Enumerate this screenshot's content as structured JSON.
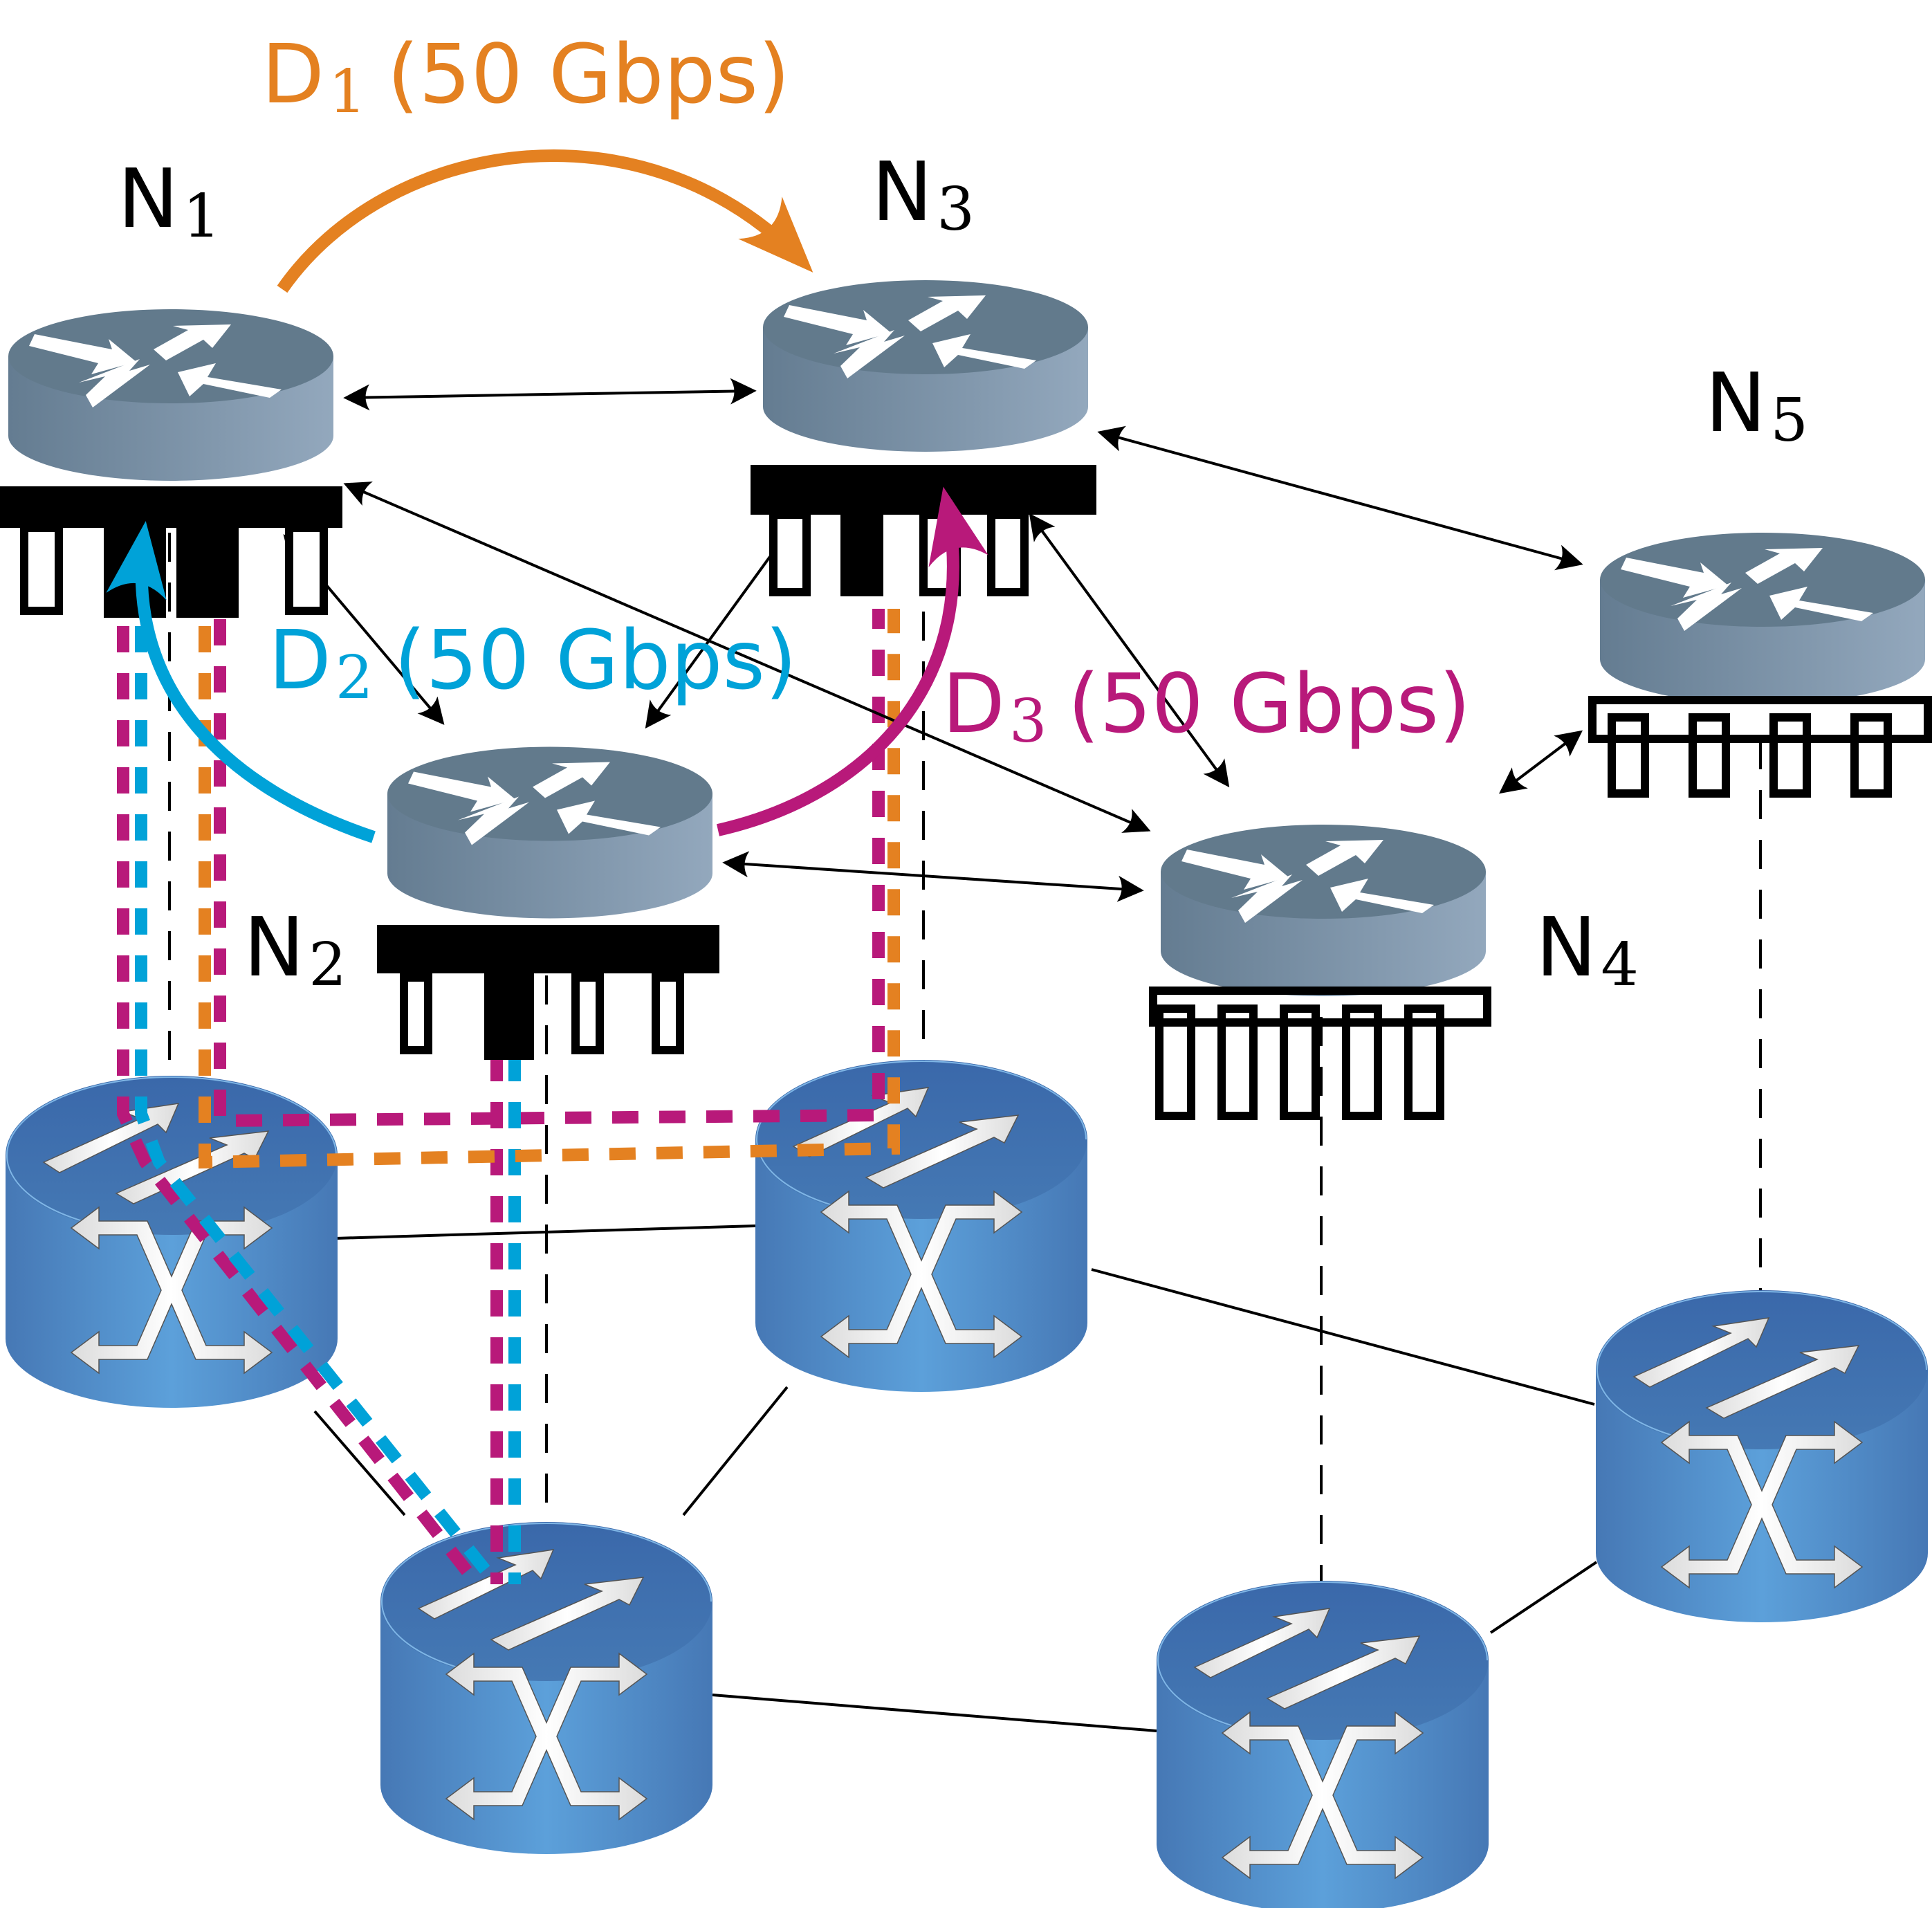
{
  "diagram": {
    "title": "IP-over-optical network with three traffic demands",
    "colors": {
      "demand_1": "#E48121",
      "demand_2": "#00A2D8",
      "demand_3": "#B8197A",
      "router_top": "#627A8C",
      "router_side_dark": "#647C91",
      "router_side_light": "#93A8BD",
      "switch_top": "#3E6DAE",
      "switch_side_dark": "#4678B5",
      "switch_side_light": "#5CA0DA",
      "link": "#000000",
      "port_fill": "#000000"
    },
    "ip_nodes": [
      {
        "id": "N1",
        "label": "N",
        "subscript": "1",
        "icon": "router-icon",
        "ports_used": 2,
        "ports_total": 4,
        "port_bar": "filled"
      },
      {
        "id": "N2",
        "label": "N",
        "subscript": "2",
        "icon": "router-icon",
        "ports_used": 1,
        "ports_total": 4,
        "port_bar": "filled"
      },
      {
        "id": "N3",
        "label": "N",
        "subscript": "3",
        "icon": "router-icon",
        "ports_used": 1,
        "ports_total": 4,
        "port_bar": "filled"
      },
      {
        "id": "N4",
        "label": "N",
        "subscript": "4",
        "icon": "router-icon",
        "ports_used": 0,
        "ports_total": 4,
        "port_bar": "outline"
      },
      {
        "id": "N5",
        "label": "N",
        "subscript": "5",
        "icon": "router-icon",
        "ports_used": 0,
        "ports_total": 4,
        "port_bar": "outline"
      }
    ],
    "optical_nodes": [
      {
        "id": "O1",
        "attached_to": "N1",
        "icon": "optical-cross-connect-icon"
      },
      {
        "id": "O2",
        "attached_to": "N2",
        "icon": "optical-cross-connect-icon"
      },
      {
        "id": "O3",
        "attached_to": "N3",
        "icon": "optical-cross-connect-icon"
      },
      {
        "id": "O4",
        "attached_to": "N4",
        "icon": "optical-cross-connect-icon"
      },
      {
        "id": "O5",
        "attached_to": "N5",
        "icon": "optical-cross-connect-icon"
      }
    ],
    "ip_links": [
      [
        "N1",
        "N3"
      ],
      [
        "N1",
        "N2"
      ],
      [
        "N1",
        "N4"
      ],
      [
        "N3",
        "N2"
      ],
      [
        "N3",
        "N4"
      ],
      [
        "N3",
        "N5"
      ],
      [
        "N2",
        "N4"
      ],
      [
        "N4",
        "N5"
      ]
    ],
    "optical_links": [
      [
        "O1",
        "O3"
      ],
      [
        "O1",
        "O2"
      ],
      [
        "O3",
        "O2"
      ],
      [
        "O3",
        "O5"
      ],
      [
        "O2",
        "O4"
      ],
      [
        "O4",
        "O5"
      ]
    ],
    "demands": [
      {
        "id": "D1",
        "label": "D",
        "subscript": "1",
        "rate": "(50 Gbps)",
        "from": "N1",
        "to": "N3",
        "color_key": "demand_1",
        "optical_path": [
          "O1",
          "O3"
        ]
      },
      {
        "id": "D2",
        "label": "D",
        "subscript": "2",
        "rate": "(50 Gbps)",
        "from": "N2",
        "to": "N1",
        "color_key": "demand_2",
        "optical_path": [
          "O2",
          "O1"
        ]
      },
      {
        "id": "D3",
        "label": "D",
        "subscript": "3",
        "rate": "(50 Gbps)",
        "from": "N2",
        "to": "N3",
        "color_key": "demand_3",
        "optical_path": [
          "O2",
          "O1",
          "O3"
        ]
      }
    ]
  }
}
